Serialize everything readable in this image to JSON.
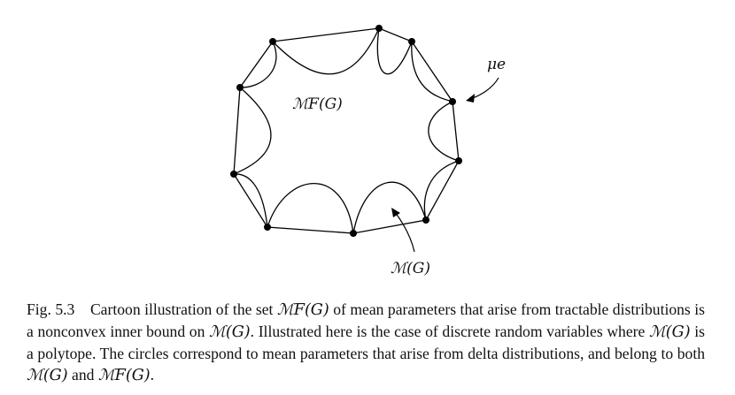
{
  "figure": {
    "labels": {
      "inner_set": "ℳF(G)",
      "outer_set": "ℳ(G)",
      "mu_e": "μe"
    }
  },
  "caption": {
    "fig_label": "Fig. 5.3",
    "text_1": "Cartoon illustration of the set ",
    "sym_mf": "ℳF(G)",
    "text_2": " of mean parameters that arise from tractable distributions is a nonconvex inner bound on ",
    "sym_m1": "ℳ(G)",
    "text_3": ". Illustrated here is the case of discrete random variables where ",
    "sym_m2": "ℳ(G)",
    "text_4": " is a polytope. The circles correspond to mean parameters that arise from delta distributions, and belong to both ",
    "sym_m3": "ℳ(G)",
    "text_5": " and ",
    "sym_mf2": "ℳF(G)",
    "text_6": "."
  }
}
